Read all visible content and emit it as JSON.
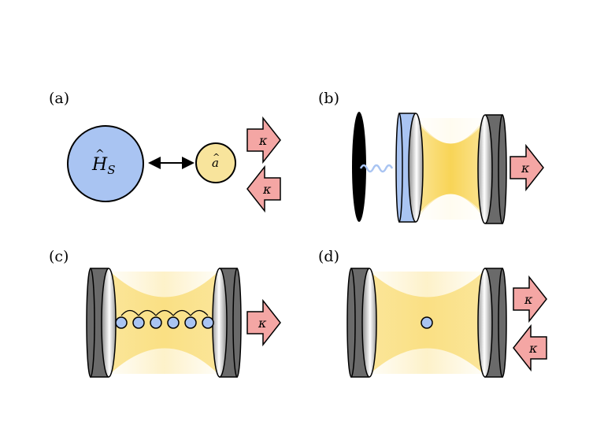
{
  "panels": {
    "a": {
      "label": "(a)",
      "system_symbol": "H",
      "system_subscript": "S",
      "mode_symbol": "a",
      "rate_out": "κ",
      "rate_in": "κ"
    },
    "b": {
      "label": "(b)",
      "rate_out": "κ"
    },
    "c": {
      "label": "(c)",
      "rate_out": "κ",
      "atom_count": 6
    },
    "d": {
      "label": "(d)",
      "rate_out": "κ",
      "rate_in": "κ"
    }
  },
  "colors": {
    "system_blue": "#a9c4f2",
    "mode_yellow": "#f8e49c",
    "arrow_red": "#f4a6a4",
    "mirror_dark": "#6a6a6a",
    "beam_yellow": "#f8d14a"
  }
}
